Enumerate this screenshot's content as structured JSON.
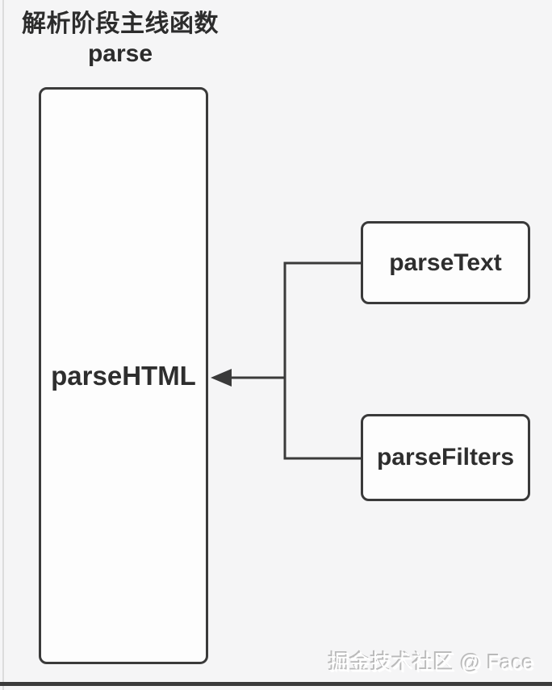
{
  "diagram": {
    "title_line1": "解析阶段主线函数",
    "title_line2": "parse",
    "nodes": [
      {
        "id": "parseHTML",
        "label": "parseHTML"
      },
      {
        "id": "parseText",
        "label": "parseText"
      },
      {
        "id": "parseFilters",
        "label": "parseFilters"
      }
    ],
    "edges": [
      {
        "from": "parseText",
        "to": "parseHTML",
        "arrow": true
      },
      {
        "from": "parseFilters",
        "to": "parseHTML",
        "arrow": true
      }
    ],
    "colors": {
      "background": "#f5f5f6",
      "box_fill": "#fdfdfd",
      "box_border": "#3a3a3a",
      "line": "#3a3a3a",
      "text": "#2e2e2e",
      "watermark": "#ffffff"
    }
  },
  "watermark": "掘金技术社区 @ Face"
}
